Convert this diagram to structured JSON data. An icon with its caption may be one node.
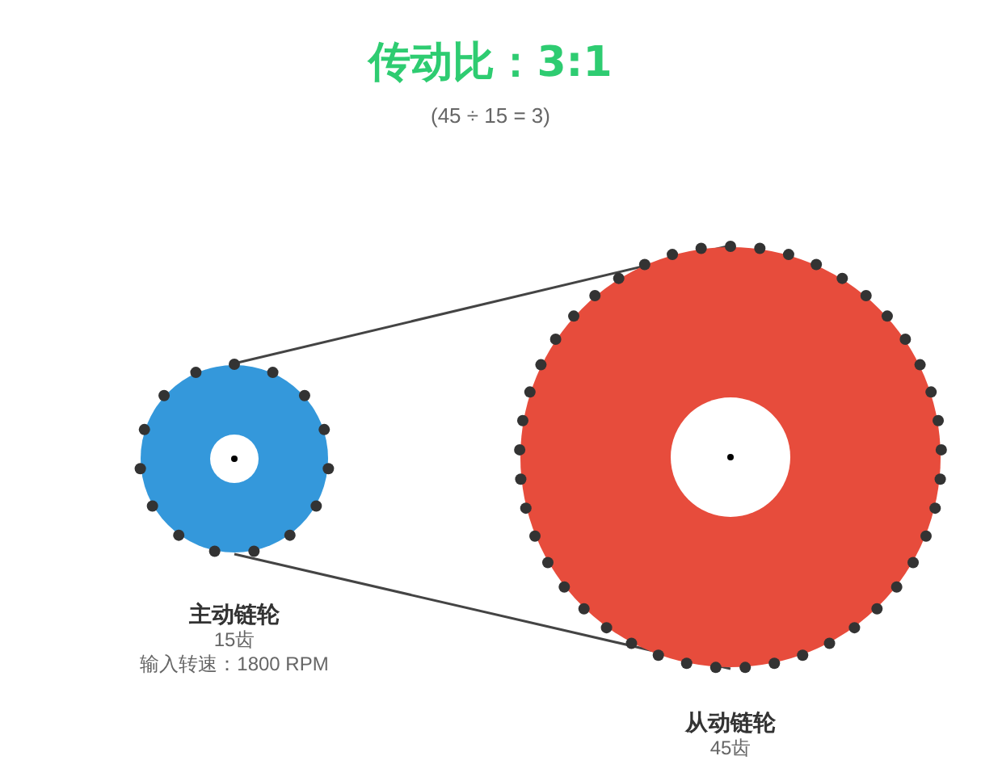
{
  "diagram": {
    "title": "传动比：3:1",
    "caption": "(45 ÷ 15 = 3)",
    "nodes": [
      {
        "text": [
          "主动链轮",
          "15齿",
          "输入转速：1800 RPM"
        ]
      },
      {
        "text": [
          "从动链轮",
          "45齿"
        ]
      }
    ],
    "edges": [
      {
        "from": 0,
        "to": 1,
        "arrow": "none",
        "color": "#444444"
      },
      {
        "from": 0,
        "to": 1,
        "arrow": "none",
        "color": "#444444"
      }
    ]
  }
}
